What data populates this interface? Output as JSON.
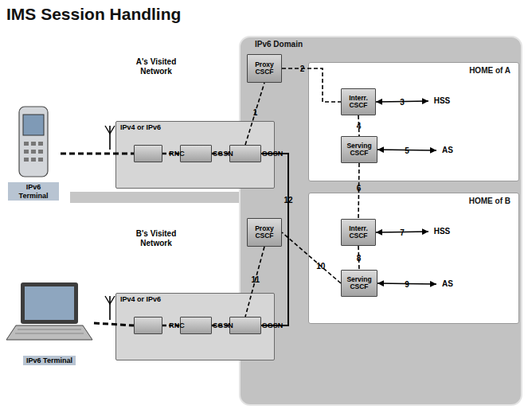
{
  "diagram": {
    "title": "IMS Session Handling",
    "nodes": [
      {
        "text": [
          "IPv6 Terminal"
        ]
      },
      {
        "text": [
          "A's Visited Network",
          "IPv4 or IPv6"
        ]
      },
      {
        "text": [
          "RNC"
        ],
        "in": 1
      },
      {
        "text": [
          "SGSN"
        ],
        "in": 1
      },
      {
        "text": [
          "GGSN"
        ],
        "in": 1
      },
      {
        "text": [
          "IPv6 Domain"
        ]
      },
      {
        "text": [
          "Proxy CSCF"
        ],
        "in": 5
      },
      {
        "text": [
          "HOME of A"
        ],
        "in": 5
      },
      {
        "text": [
          "Interr. CSCF"
        ],
        "in": 7
      },
      {
        "text": [
          "HSS"
        ],
        "in": 7
      },
      {
        "text": [
          "Serving CSCF"
        ],
        "in": 7
      },
      {
        "text": [
          "AS"
        ],
        "in": 7
      },
      {
        "text": [
          "IPv6 Terminal"
        ]
      },
      {
        "text": [
          "B's Visited Network",
          "IPv4 or IPv6"
        ]
      },
      {
        "text": [
          "RNC"
        ],
        "in": 13
      },
      {
        "text": [
          "SGSN"
        ],
        "in": 13
      },
      {
        "text": [
          "GGSN"
        ],
        "in": 13
      },
      {
        "text": [
          "Proxy CSCF"
        ],
        "in": 5
      },
      {
        "text": [
          "HOME of B"
        ],
        "in": 5
      },
      {
        "text": [
          "Interr. CSCF"
        ],
        "in": 18
      },
      {
        "text": [
          "HSS"
        ],
        "in": 18
      },
      {
        "text": [
          "Serving CSCF"
        ],
        "in": 18
      },
      {
        "text": [
          "AS"
        ],
        "in": 18
      }
    ],
    "edges": [
      {
        "from": 0,
        "to": 2,
        "arrow": "none"
      },
      {
        "from": 2,
        "to": 3,
        "arrow": "none"
      },
      {
        "from": 3,
        "to": 4,
        "arrow": "none"
      },
      {
        "from": 4,
        "to": 6,
        "arrow": "none",
        "label": "1"
      },
      {
        "from": 6,
        "to": 8,
        "arrow": "none",
        "label": "2"
      },
      {
        "from": 8,
        "to": 9,
        "arrow": "both",
        "label": "3"
      },
      {
        "from": 8,
        "to": 10,
        "arrow": "none",
        "label": "4"
      },
      {
        "from": 10,
        "to": 11,
        "arrow": "both",
        "label": "5"
      },
      {
        "from": 10,
        "to": 19,
        "arrow": "none",
        "label": "6"
      },
      {
        "from": 19,
        "to": 20,
        "arrow": "both",
        "label": "7"
      },
      {
        "from": 19,
        "to": 21,
        "arrow": "none",
        "label": "8"
      },
      {
        "from": 21,
        "to": 22,
        "arrow": "both",
        "label": "9"
      },
      {
        "from": 21,
        "to": 17,
        "arrow": "none",
        "label": "10"
      },
      {
        "from": 17,
        "to": 16,
        "arrow": "none",
        "label": "11"
      },
      {
        "from": 4,
        "to": 16,
        "arrow": "none",
        "label": "12"
      },
      {
        "from": 12,
        "to": 14,
        "arrow": "none"
      },
      {
        "from": 14,
        "to": 15,
        "arrow": "none"
      },
      {
        "from": 15,
        "to": 16,
        "arrow": "none"
      }
    ]
  }
}
